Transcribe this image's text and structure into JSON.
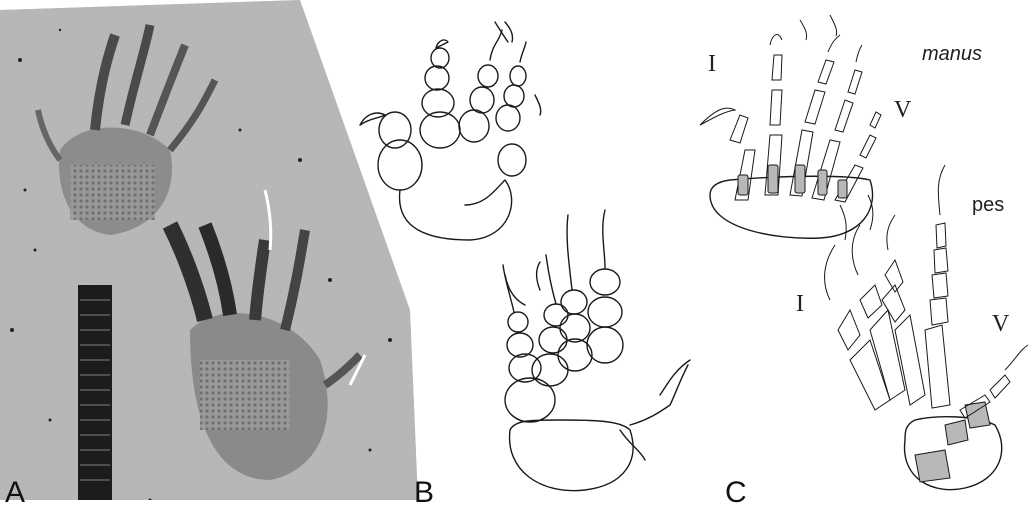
{
  "figure": {
    "panels": [
      {
        "id": "A",
        "label": "A",
        "kind": "photograph"
      },
      {
        "id": "B",
        "label": "B",
        "kind": "outline-drawing"
      },
      {
        "id": "C",
        "label": "C",
        "kind": "skeletal-drawing"
      }
    ],
    "annotations": {
      "manus": "manus",
      "pes": "pes",
      "manus_digit_first": "I",
      "manus_digit_last": "V",
      "pes_digit_first": "I",
      "pes_digit_last": "V"
    }
  }
}
